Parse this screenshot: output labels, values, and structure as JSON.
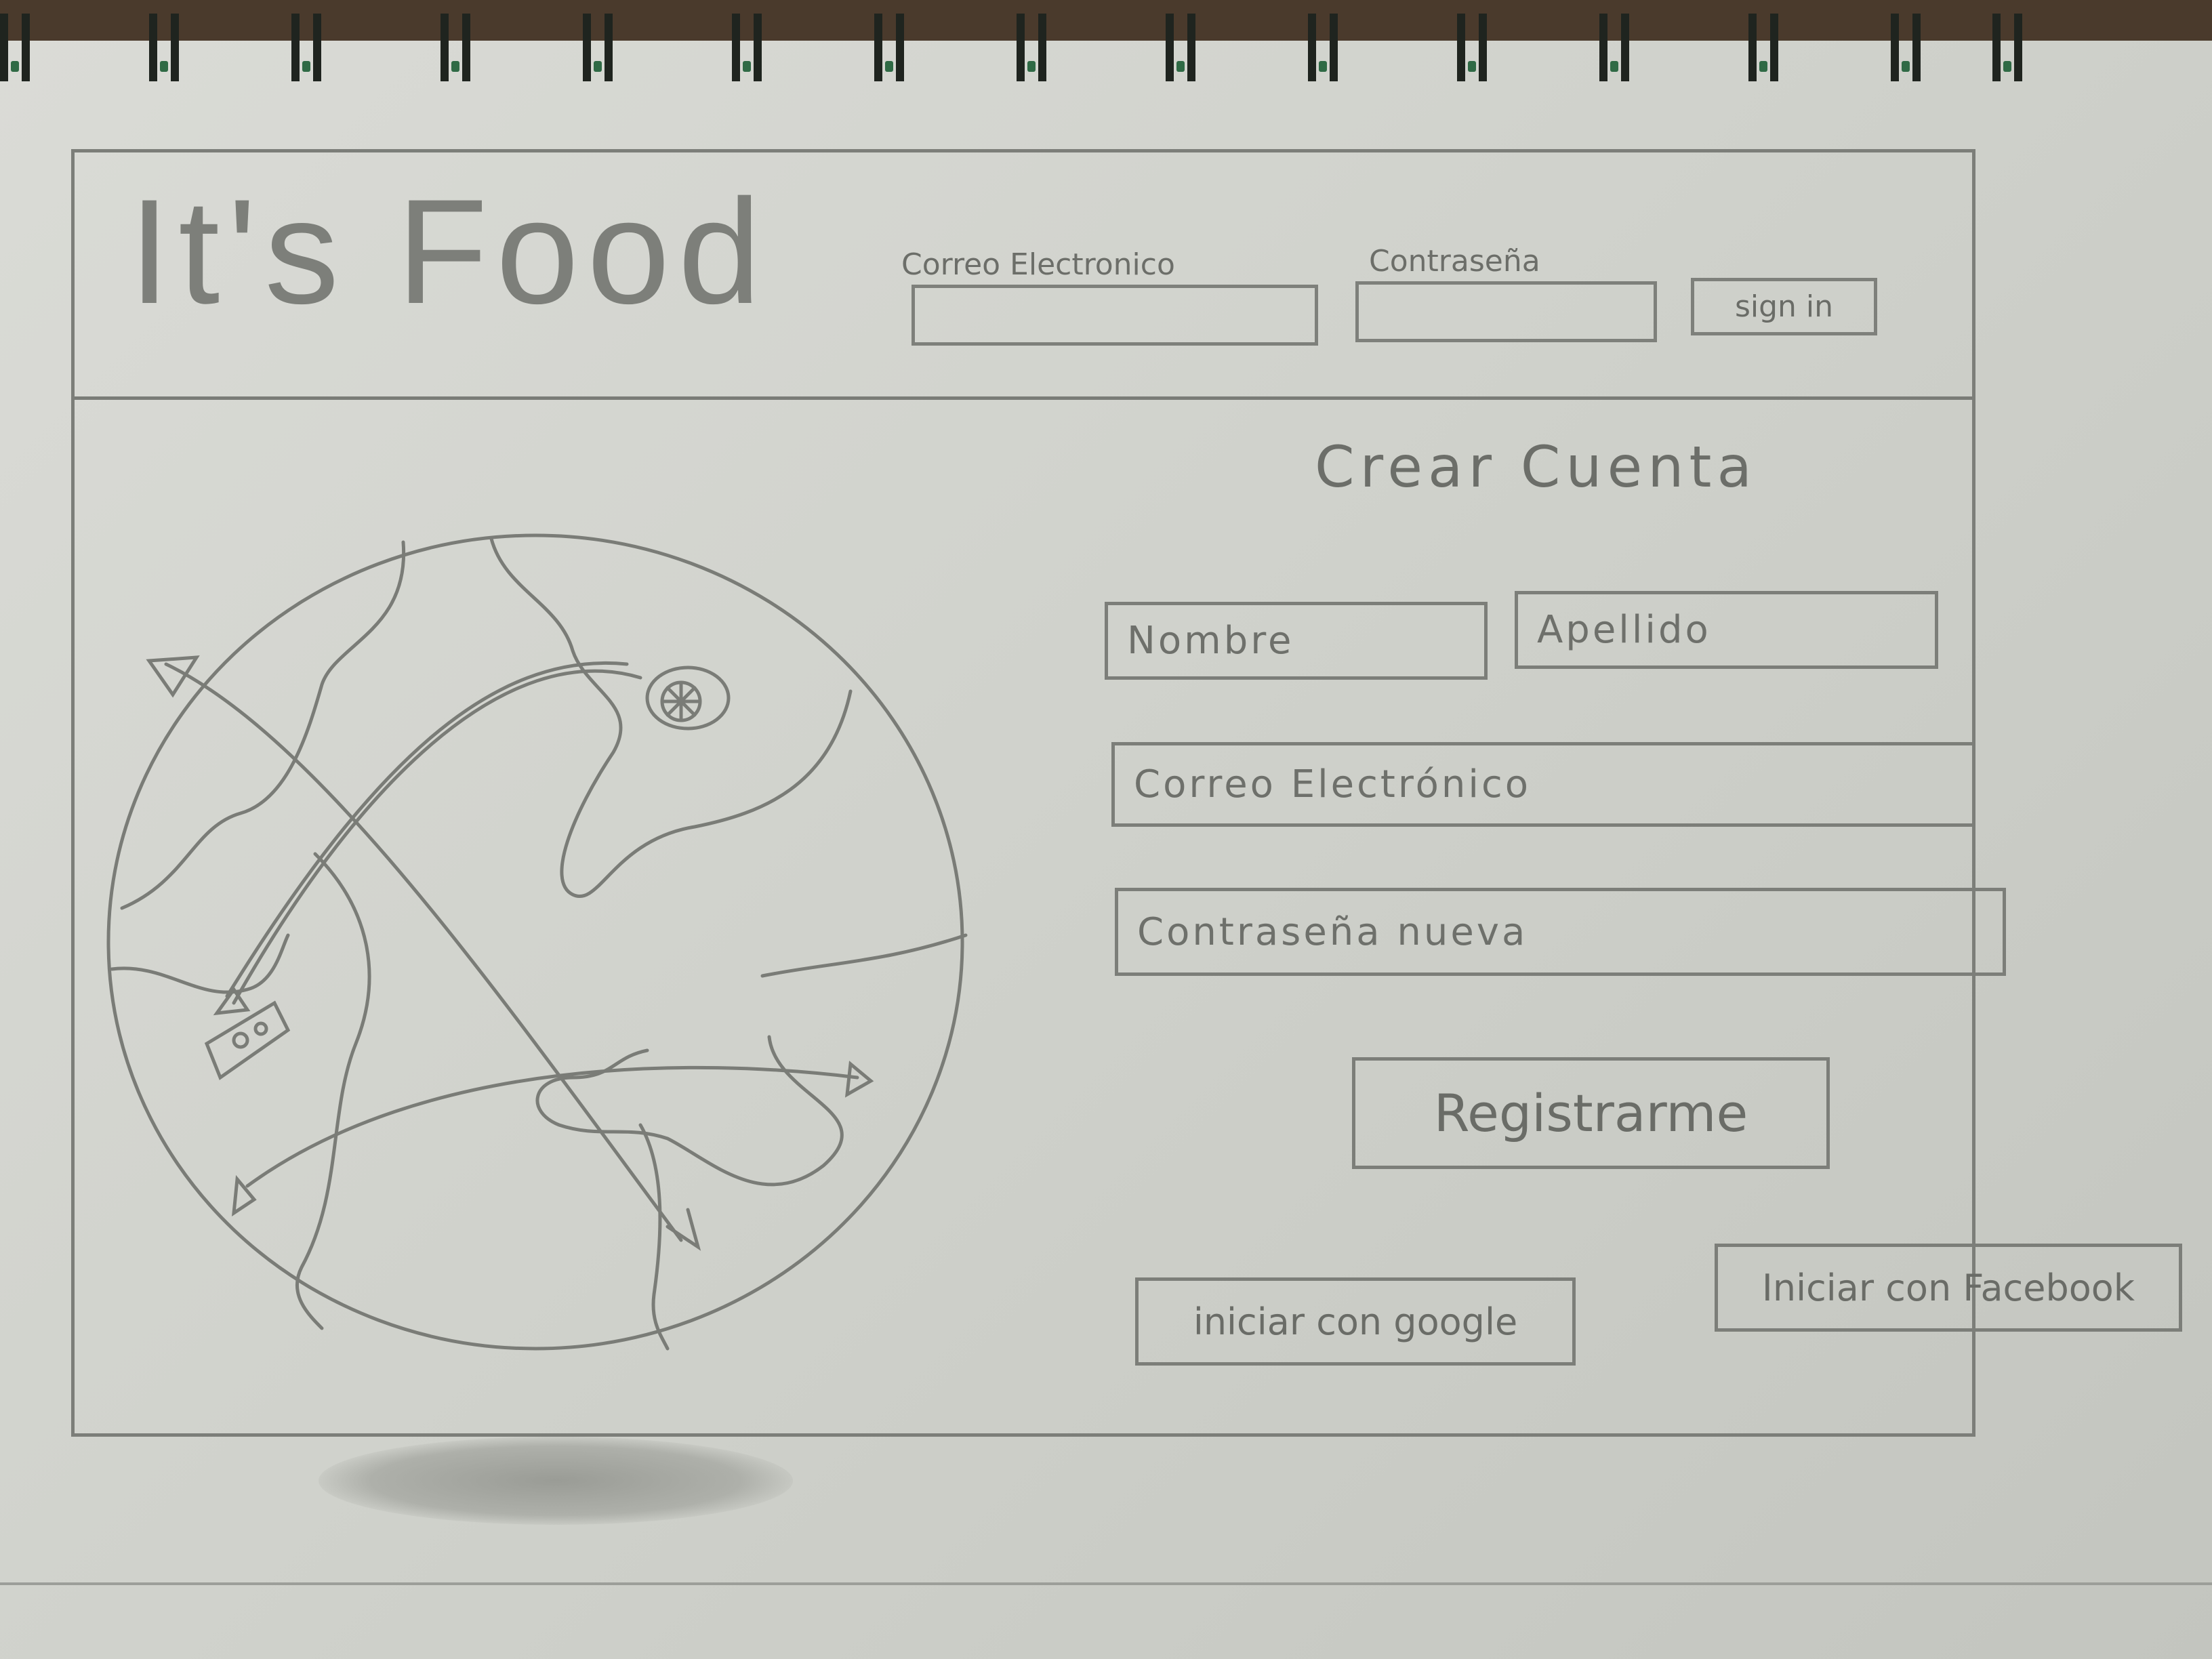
{
  "header": {
    "logo": "It's Food",
    "email_label": "Correo Electronico",
    "password_label": "Contraseña",
    "signin_label": "sign in"
  },
  "signup": {
    "title": "Crear Cuenta",
    "first_name": "Nombre",
    "last_name": "Apellido",
    "email": "Correo Electrónico",
    "new_password": "Contraseña nueva",
    "register_button": "Registrarme",
    "google_button": "iniciar con google",
    "facebook_button": "Iniciar con Facebook"
  },
  "illustration": {
    "name": "globe-food-map"
  },
  "colors": {
    "paper": "#d4d6d0",
    "pencil": "#6c6e69"
  }
}
